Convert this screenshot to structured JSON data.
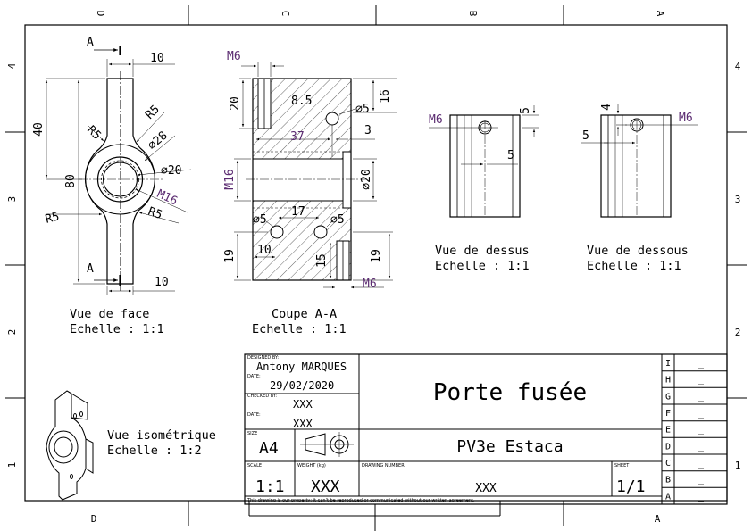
{
  "zones": {
    "top": [
      "D",
      "C",
      "B",
      "A"
    ],
    "left": [
      "4",
      "3",
      "2",
      "1"
    ],
    "right": [
      "4",
      "3",
      "2",
      "1"
    ],
    "bottom": [
      "D",
      "A"
    ]
  },
  "front_view": {
    "section_label_top": "A",
    "section_label_bottom": "A",
    "dims": {
      "width_top": "10",
      "width_bottom": "10",
      "height_40": "40",
      "height_80": "80",
      "r5_a": "R5",
      "r5_b": "R5",
      "r5_c": "R5",
      "r5_d": "R5",
      "dia28": "⌀28",
      "dia20": "⌀20",
      "thread": "M16"
    },
    "caption_line1": "Vue de face",
    "caption_line2": "Echelle :  1:1"
  },
  "section_view": {
    "dims": {
      "m6_top": "M6",
      "d20": "20",
      "d8_5": "8.5",
      "d16": "16",
      "dia5_top": "⌀5",
      "d37": "37",
      "d3": "3",
      "m16": "M16",
      "dia20": "⌀20",
      "dia5_left": "⌀5",
      "d17": "17",
      "dia5_right": "⌀5",
      "d19_left": "19",
      "d10": "10",
      "d15": "15",
      "d19_right": "19",
      "m6_bottom": "M6"
    },
    "caption_line1": "Coupe A-A",
    "caption_line2": "Echelle :  1:1"
  },
  "top_view": {
    "dims": {
      "m6": "M6",
      "d5_a": "5",
      "d5_b": "5"
    },
    "caption_line1": "Vue de dessus",
    "caption_line2": "Echelle :  1:1"
  },
  "bottom_view": {
    "dims": {
      "d4": "4",
      "m6": "M6",
      "d5": "5"
    },
    "caption_line1": "Vue de dessous",
    "caption_line2": "Echelle :  1:1"
  },
  "iso_view": {
    "caption_line1": "Vue isométrique",
    "caption_line2": "Echelle :  1:2"
  },
  "title_block": {
    "designed_by_label": "DESIGNED BY:",
    "designed_by": "Antony MARQUES",
    "date_label": "DATE:",
    "date": "29/02/2020",
    "checked_by_label": "CHECKED BY:",
    "checked_by": "XXX",
    "date2_label": "DATE:",
    "date2": "XXX",
    "size_label": "SIZE",
    "size": "A4",
    "title": "Porte fusée",
    "subtitle": "PV3e Estaca",
    "scale_label": "SCALE",
    "scale": "1:1",
    "weight_label": "WEIGHT (kg)",
    "weight": "XXX",
    "drawing_number_label": "DRAWING NUMBER",
    "drawing_number": "XXX",
    "sheet_label": "SHEET",
    "sheet": "1/1",
    "disclaimer": "This drawing is our property; it can't be reproduced or communicated without our written agreement.",
    "revisions": [
      {
        "letter": "I",
        "value": "_"
      },
      {
        "letter": "H",
        "value": "_"
      },
      {
        "letter": "G",
        "value": "_"
      },
      {
        "letter": "F",
        "value": "_"
      },
      {
        "letter": "E",
        "value": "_"
      },
      {
        "letter": "D",
        "value": "_"
      },
      {
        "letter": "C",
        "value": "_"
      },
      {
        "letter": "B",
        "value": "_"
      },
      {
        "letter": "A",
        "value": "_"
      }
    ]
  }
}
